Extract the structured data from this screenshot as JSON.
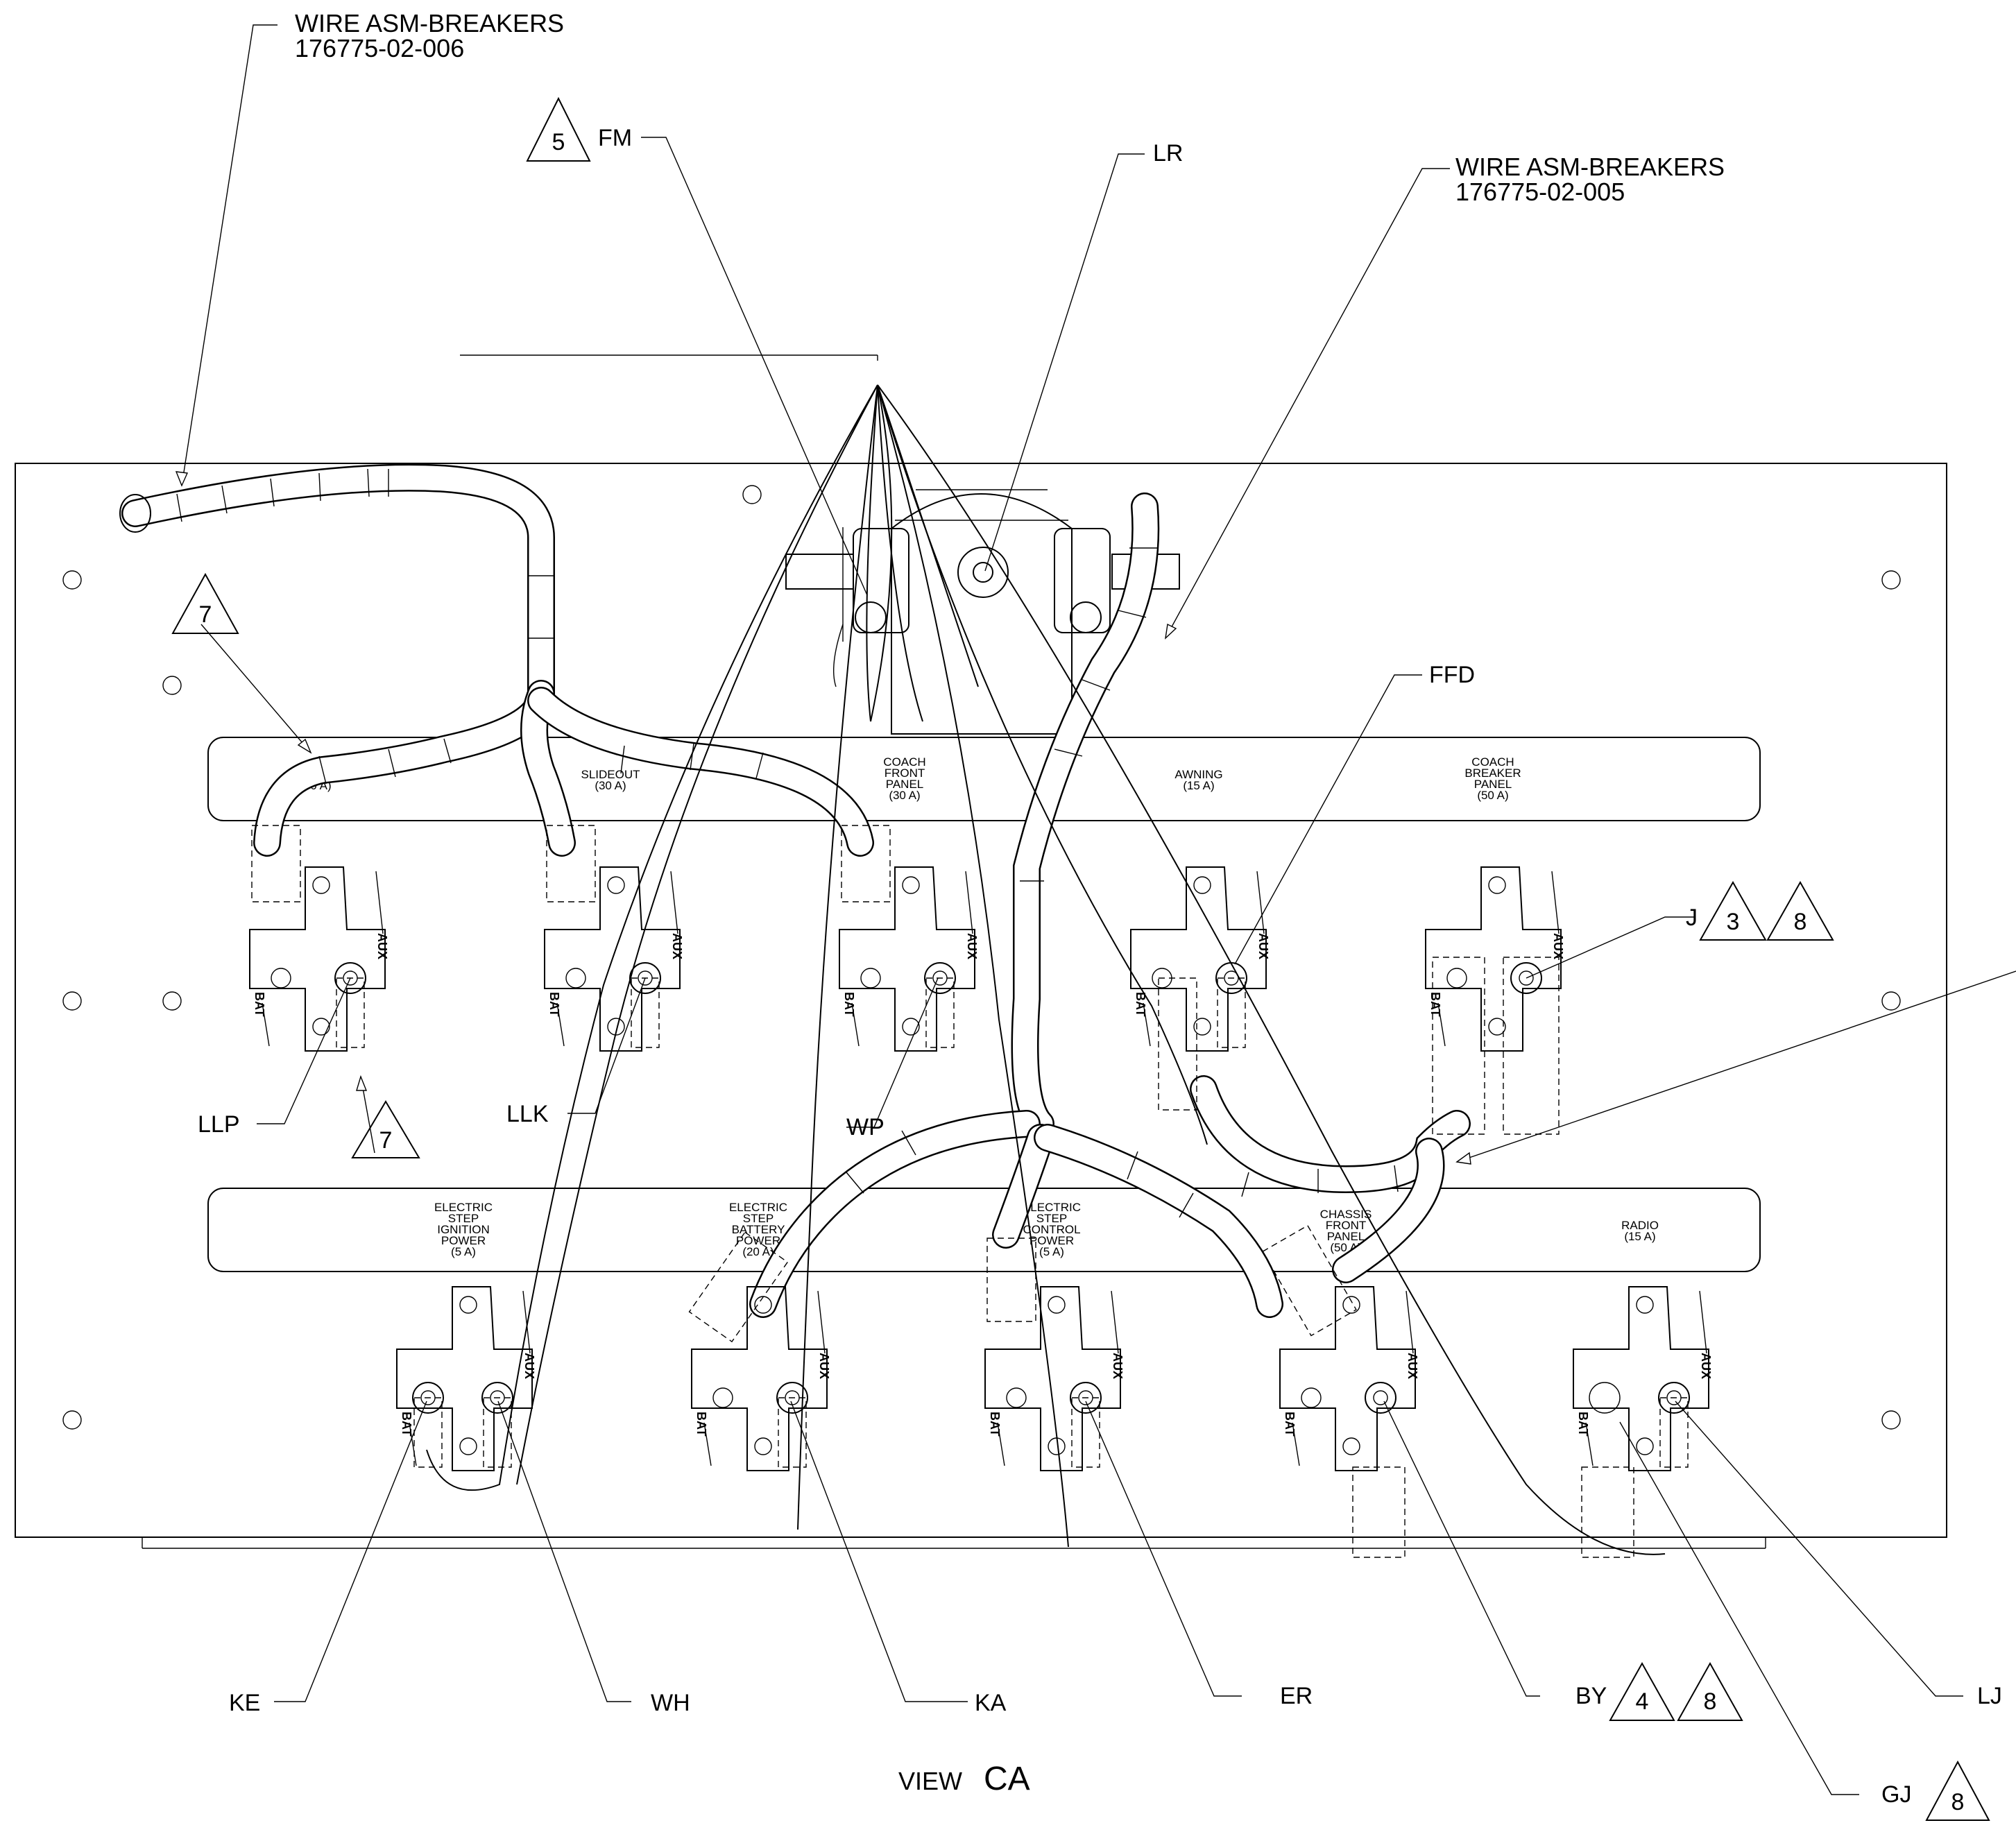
{
  "drawing": {
    "view_label": {
      "prefix": "VIEW",
      "id": "CA"
    }
  },
  "harness_labels": {
    "wire_asm_006": {
      "line1": "WIRE ASM-BREAKERS",
      "line2": "176775-02-006"
    },
    "wire_asm_005": {
      "line1": "WIRE ASM-BREAKERS",
      "line2": "176775-02-005"
    }
  },
  "callouts": {
    "fm": "FM",
    "lr": "LR",
    "ffd": "FFD",
    "j": "J",
    "llp": "LLP",
    "llk": "LLK",
    "wp": "WP",
    "ke": "KE",
    "wh": "WH",
    "ka": "KA",
    "er": "ER",
    "by": "BY",
    "lj": "LJ",
    "gj": "GJ"
  },
  "note_flags": {
    "fm": "5",
    "slideout": "7",
    "llp": "7",
    "j_a": "3",
    "j_b": "8",
    "by_a": "4",
    "by_b": "8",
    "gj": "8"
  },
  "terminal_marks": {
    "bat": "BAT",
    "aux": "AUX"
  },
  "top_panel": [
    [
      "SLIDEOUT",
      "(30 A)"
    ],
    [
      "SLIDEOUT",
      "(30 A)"
    ],
    [
      "COACH",
      "FRONT",
      "PANEL",
      "(30 A)"
    ],
    [
      "AWNING",
      "(15 A)"
    ],
    [
      "COACH",
      "BREAKER",
      "PANEL",
      "(50 A)"
    ]
  ],
  "bottom_panel": [
    [
      "ELECTRIC",
      "STEP",
      "IGNITION",
      "POWER",
      "(5 A)"
    ],
    [
      "ELECTRIC",
      "STEP",
      "BATTERY",
      "POWER",
      "(20 A)"
    ],
    [
      "ELECTRIC",
      "STEP",
      "CONTROL",
      "POWER",
      "(5 A)"
    ],
    [
      "CHASSIS",
      "FRONT",
      "PANEL",
      "(50 A)"
    ],
    [
      "RADIO",
      "(15 A)"
    ]
  ]
}
